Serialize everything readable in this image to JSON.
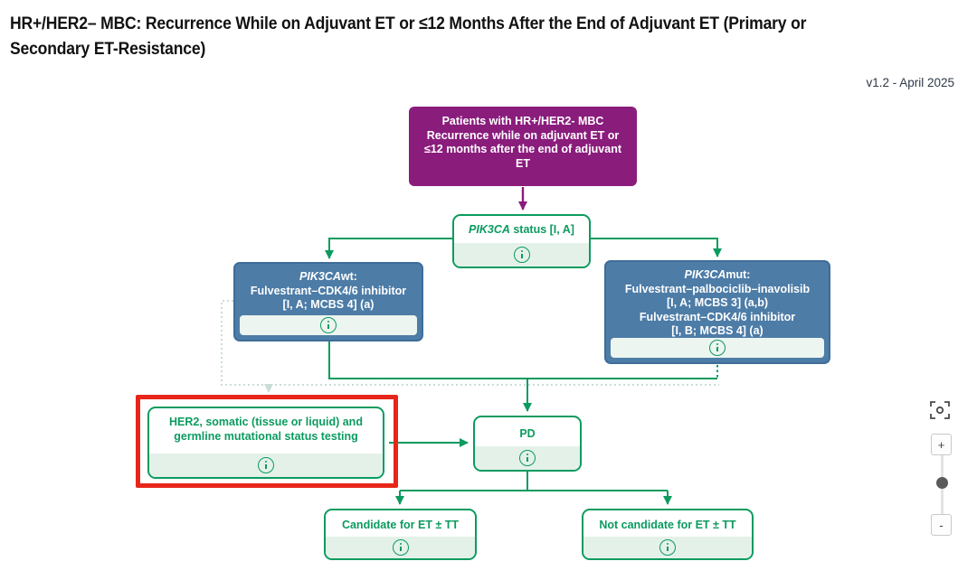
{
  "header": {
    "title_line1": "HR+/HER2– MBC: Recurrence While on Adjuvant ET or ≤12 Months After the End of Adjuvant ET (Primary or",
    "title_line2": "Secondary ET-Resistance)",
    "version": "v1.2 - April 2025"
  },
  "colors": {
    "accent_green": "#0b9b5f",
    "node_blue": "#4d7ca7",
    "node_purple": "#8a1c7c",
    "highlight_red": "#e8251a",
    "strip_light_green": "#e4f1e9"
  },
  "flowchart": {
    "patients_box": {
      "line1": "Patients with HR+/HER2- MBC",
      "line2": "Recurrence while on adjuvant ET or",
      "line3": "≤12 months after the end of adjuvant",
      "line4": "ET"
    },
    "status_box": {
      "gene": "PIK3CA",
      "rest": " status [I, A]"
    },
    "wt_box": {
      "gene": "PIK3CA",
      "rest": "wt:",
      "line2": "Fulvestrant–CDK4/6 inhibitor",
      "line3": "[I, A; MCBS 4] (a)"
    },
    "mut_box": {
      "gene": "PIK3CA",
      "rest": "mut:",
      "line2": "Fulvestrant–palbociclib–inavolisib",
      "line3": "[I, A; MCBS 3] (a,b)",
      "line4": "Fulvestrant–CDK4/6 inhibitor",
      "line5": "[I, B; MCBS 4] (a)"
    },
    "testing_box": {
      "line1": "HER2, somatic (tissue or liquid) and",
      "line2": "germline mutational status testing"
    },
    "pd_box": {
      "label": "PD"
    },
    "candidate_box": {
      "label": "Candidate for ET ± TT"
    },
    "not_candidate_box": {
      "label": "Not candidate for ET ± TT"
    }
  },
  "controls": {
    "zoom_in_label": "+",
    "zoom_out_label": "-"
  }
}
